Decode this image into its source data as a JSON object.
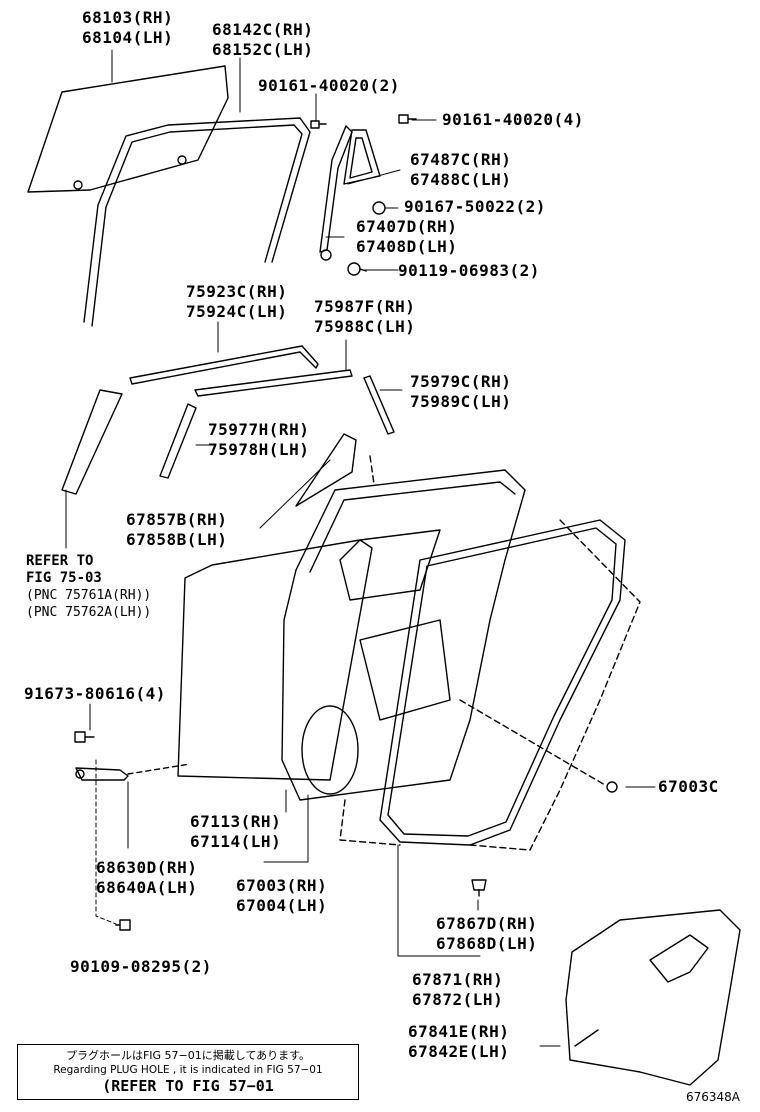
{
  "callouts": {
    "c68103": {
      "a": "68103(RH)",
      "b": "68104(LH)"
    },
    "c68142": {
      "a": "68142C(RH)",
      "b": "68152C(LH)"
    },
    "c90161_2": "90161-40020(2)",
    "c90161_4": "90161-40020(4)",
    "c67487": {
      "a": "67487C(RH)",
      "b": "67488C(LH)"
    },
    "c90167": "90167-50022(2)",
    "c67407": {
      "a": "67407D(RH)",
      "b": "67408D(LH)"
    },
    "c90119": "90119-06983(2)",
    "c75923": {
      "a": "75923C(RH)",
      "b": "75924C(LH)"
    },
    "c75987": {
      "a": "75987F(RH)",
      "b": "75988C(LH)"
    },
    "c75979": {
      "a": "75979C(RH)",
      "b": "75989C(LH)"
    },
    "c75977": {
      "a": "75977H(RH)",
      "b": "75978H(LH)"
    },
    "c67857": {
      "a": "67857B(RH)",
      "b": "67858B(LH)"
    },
    "refer": {
      "a": "REFER TO",
      "b": "FIG 75-03",
      "c": "(PNC 75761A(RH))",
      "d": "(PNC 75762A(LH))"
    },
    "c91673": "91673-80616(4)",
    "c67003c": "67003C",
    "c67113": {
      "a": "67113(RH)",
      "b": "67114(LH)"
    },
    "c68630": {
      "a": "68630D(RH)",
      "b": "68640A(LH)"
    },
    "c67003": {
      "a": "67003(RH)",
      "b": "67004(LH)"
    },
    "c67867": {
      "a": "67867D(RH)",
      "b": "67868D(LH)"
    },
    "c90109": "90109-08295(2)",
    "c67871": {
      "a": "67871(RH)",
      "b": "67872(LH)"
    },
    "c67841": {
      "a": "67841E(RH)",
      "b": "67842E(LH)"
    }
  },
  "note": {
    "jp": "プラグホールはFIG 57−01に掲載してあります。",
    "en": "Regarding  PLUG  HOLE , it is indicated in FIG  57−01",
    "ref": "(REFER TO FIG 57−01"
  },
  "figure_id": "676348A"
}
